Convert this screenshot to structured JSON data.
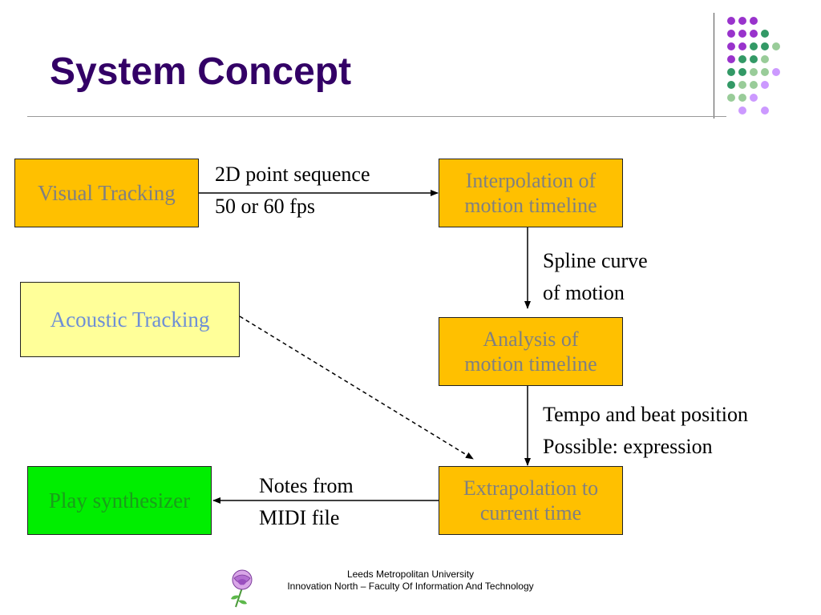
{
  "title": "System Concept",
  "boxes": {
    "visual_tracking": "Visual Tracking",
    "acoustic_tracking": "Acoustic Tracking",
    "play_synthesizer": "Play synthesizer",
    "interpolation": [
      "Interpolation of",
      "motion timeline"
    ],
    "analysis": [
      "Analysis of",
      "motion timeline"
    ],
    "extrapolation": [
      "Extrapolation to",
      "current time"
    ]
  },
  "edge_labels": {
    "point_sequence": [
      "2D point sequence",
      "50 or 60 fps"
    ],
    "spline": [
      "Spline curve",
      "of motion"
    ],
    "tempo": [
      "Tempo and beat position",
      "Possible: expression"
    ],
    "notes": [
      "Notes from",
      "MIDI file"
    ]
  },
  "footer": {
    "line1": "Leeds Metropolitan University",
    "line2": "Innovation North – Faculty Of Information And Technology"
  },
  "colors": {
    "title": "#330066",
    "gold_box": "#ffc000",
    "acoustic_box": "#ffff99",
    "play_box": "#00ee00",
    "dot_purple": "#9933cc",
    "dot_green": "#339966",
    "dot_lightgreen": "#99cc99",
    "dot_lavender": "#cc99ff"
  }
}
